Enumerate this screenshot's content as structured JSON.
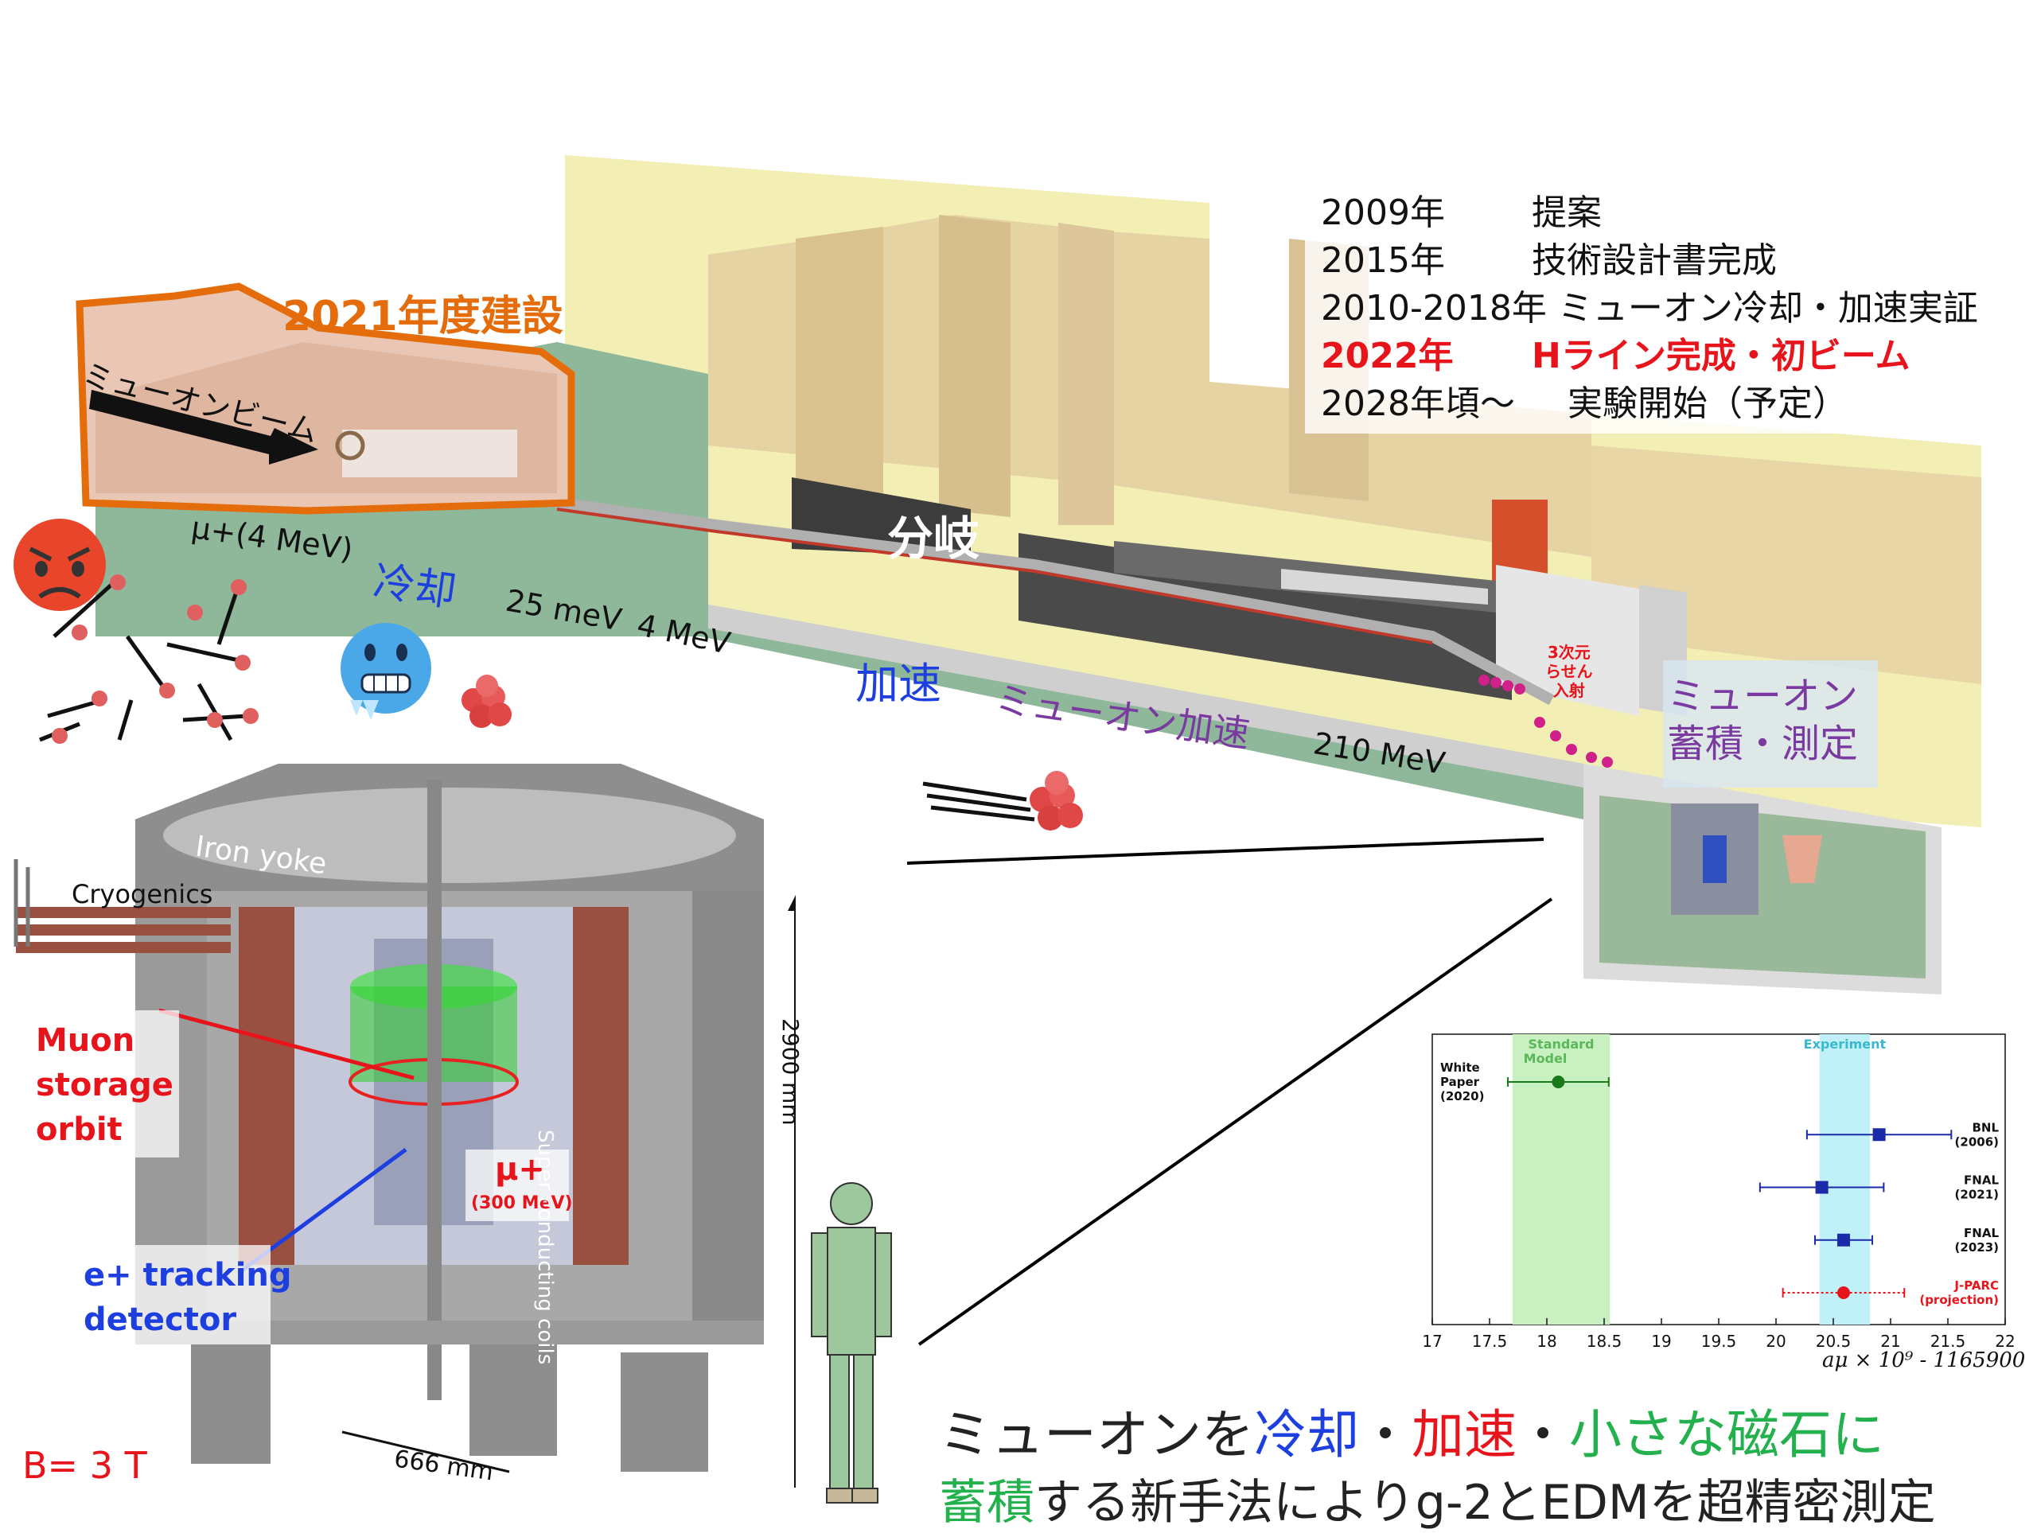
{
  "timeline": [
    {
      "year": "2009年",
      "event": "提案",
      "highlight": false
    },
    {
      "year": "2015年",
      "event": "技術設計書完成",
      "highlight": false
    },
    {
      "year": "2010-2018年",
      "event": "ミューオン冷却・加速実証",
      "highlight": false
    },
    {
      "year": "2022年",
      "event": "Hライン完成・初ビーム",
      "highlight": true
    },
    {
      "year": "2028年頃〜",
      "event": "実験開始（予定）",
      "highlight": false
    }
  ],
  "labels": {
    "construction": "2021年度建設",
    "muon_beam": "ミューオンビーム",
    "mu_plus_4mev": "μ+(4 MeV)",
    "cooling": "冷却",
    "e_25mev": "25 meV",
    "e_4mev": "4 MeV",
    "branch": "分岐",
    "acceleration": "加速",
    "muon_acceleration": "ミューオン加速",
    "e_210mev": "210 MeV",
    "spiral_injection": [
      "3次元",
      "らせん",
      "入射"
    ],
    "storage_measure": [
      "ミューオン",
      "蓄積・測定"
    ]
  },
  "detector": {
    "iron_yoke": "Iron yoke",
    "cryogenics": "Cryogenics",
    "muon_storage_orbit": [
      "Muon",
      "storage",
      "orbit"
    ],
    "mu_plus": "μ+",
    "mu_plus_energy": "(300 MeV)",
    "tracking": [
      "e+ tracking",
      "detector"
    ],
    "coils": "Super conducting coils",
    "height": "2900 mm",
    "width": "666 mm",
    "field": "B= 3 T"
  },
  "caption": {
    "line1_prefix": "ミューオンを",
    "line1_cool": "冷却",
    "line1_sep1": "・",
    "line1_acc": "加速",
    "line1_sep2": "・",
    "line1_mag": "小さな磁石に",
    "line2_store": "蓄積",
    "line2_rest": "する新手法によりg-2とEDMを超精密測定"
  },
  "colors": {
    "orange": "#e46c0a",
    "blue": "#1e3fe0",
    "red": "#e8141b",
    "green": "#22b14c",
    "purple": "#7a3aa0"
  },
  "chart_data": {
    "type": "scatter",
    "title": "",
    "xlabel": "aμ × 10⁹ - 1165900",
    "ylabel": "",
    "xlim": [
      17,
      22
    ],
    "x_ticks": [
      "17",
      "17.5",
      "18",
      "18.5",
      "19",
      "19.5",
      "20",
      "20.5",
      "21",
      "21.5",
      "22"
    ],
    "bands": [
      {
        "name": "Standard Model",
        "x0": 17.7,
        "x1": 18.55,
        "color": "#c8f0c0"
      },
      {
        "name": "Experiment",
        "x0": 20.38,
        "x1": 20.82,
        "color": "#c0f0f8"
      }
    ],
    "points": [
      {
        "label": "White Paper (2020)",
        "x": 18.1,
        "err": 0.44,
        "color": "#1a7a1a",
        "marker": "circle",
        "style": "solid",
        "label_side": "left"
      },
      {
        "label": "BNL (2006)",
        "x": 20.9,
        "err": 0.63,
        "color": "#1a2aa8",
        "marker": "square",
        "style": "solid",
        "label_side": "right"
      },
      {
        "label": "FNAL (2021)",
        "x": 20.4,
        "err": 0.54,
        "color": "#1a2aa8",
        "marker": "square",
        "style": "solid",
        "label_side": "right"
      },
      {
        "label": "FNAL (2023)",
        "x": 20.59,
        "err": 0.25,
        "color": "#1a2aa8",
        "marker": "square",
        "style": "solid",
        "label_side": "right"
      },
      {
        "label": "J-PARC (projection)",
        "x": 20.59,
        "err": 0.53,
        "color": "#e8141b",
        "marker": "circle",
        "style": "dotted",
        "label_side": "right"
      }
    ]
  }
}
